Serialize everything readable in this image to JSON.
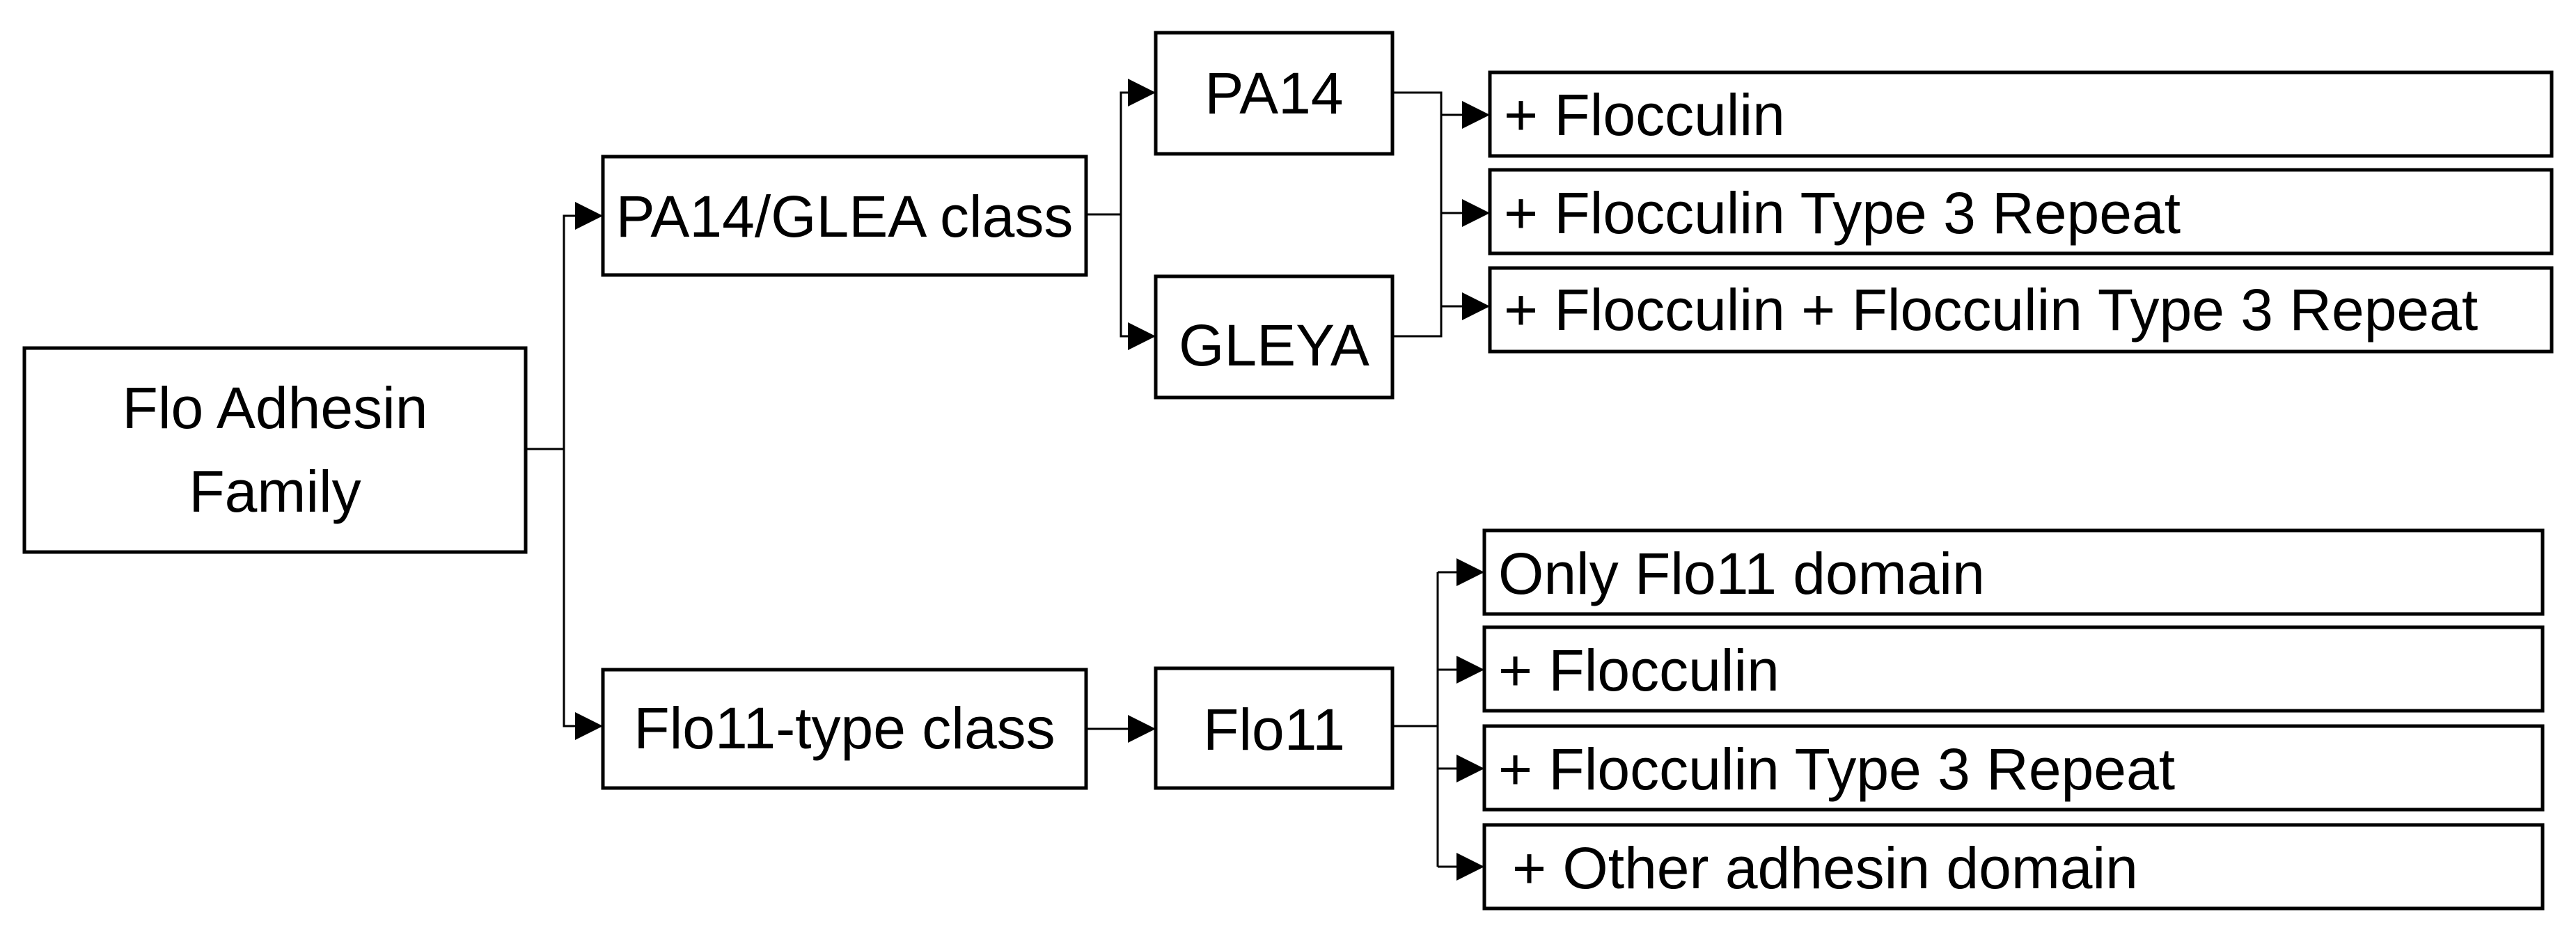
{
  "nodes": {
    "root_line1": "Flo Adhesin",
    "root_line2": "Family",
    "pa14_glea_class": "PA14/GLEA class",
    "flo11_type_class": "Flo11-type class",
    "pa14": "PA14",
    "gleya": "GLEYA",
    "flo11": "Flo11"
  },
  "pa14_subtypes": [
    "+ Flocculin",
    "+ Flocculin Type 3 Repeat",
    "+ Flocculin + Flocculin Type 3 Repeat"
  ],
  "flo11_subtypes": [
    "Only Flo11 domain",
    "+ Flocculin",
    "+ Flocculin Type 3 Repeat",
    "+ Other adhesin domain"
  ]
}
